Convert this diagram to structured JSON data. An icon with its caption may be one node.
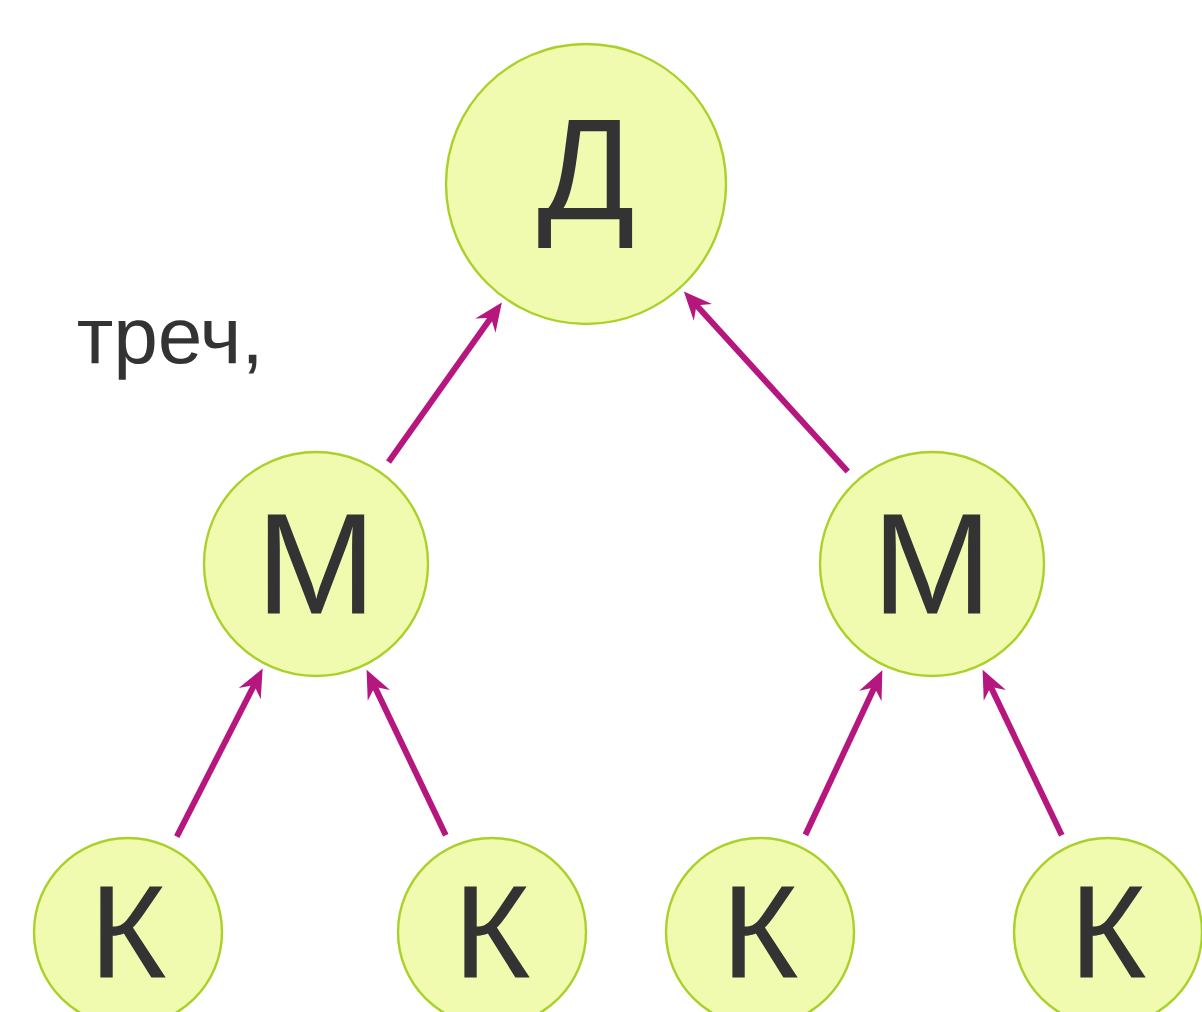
{
  "diagram": {
    "nodes": [
      {
        "text": [
          "Д"
        ]
      },
      {
        "text": [
          "М"
        ]
      },
      {
        "text": [
          "М"
        ]
      },
      {
        "text": [
          "К"
        ]
      },
      {
        "text": [
          "К"
        ]
      },
      {
        "text": [
          "К"
        ]
      },
      {
        "text": [
          "К"
        ]
      }
    ],
    "edges": [
      {
        "from": 1,
        "to": 0,
        "arrow": "to"
      },
      {
        "from": 2,
        "to": 0,
        "arrow": "to"
      },
      {
        "from": 3,
        "to": 1,
        "arrow": "to"
      },
      {
        "from": 4,
        "to": 1,
        "arrow": "to"
      },
      {
        "from": 5,
        "to": 2,
        "arrow": "to"
      },
      {
        "from": 6,
        "to": 2,
        "arrow": "to"
      }
    ],
    "labels": [
      "треч,"
    ]
  }
}
